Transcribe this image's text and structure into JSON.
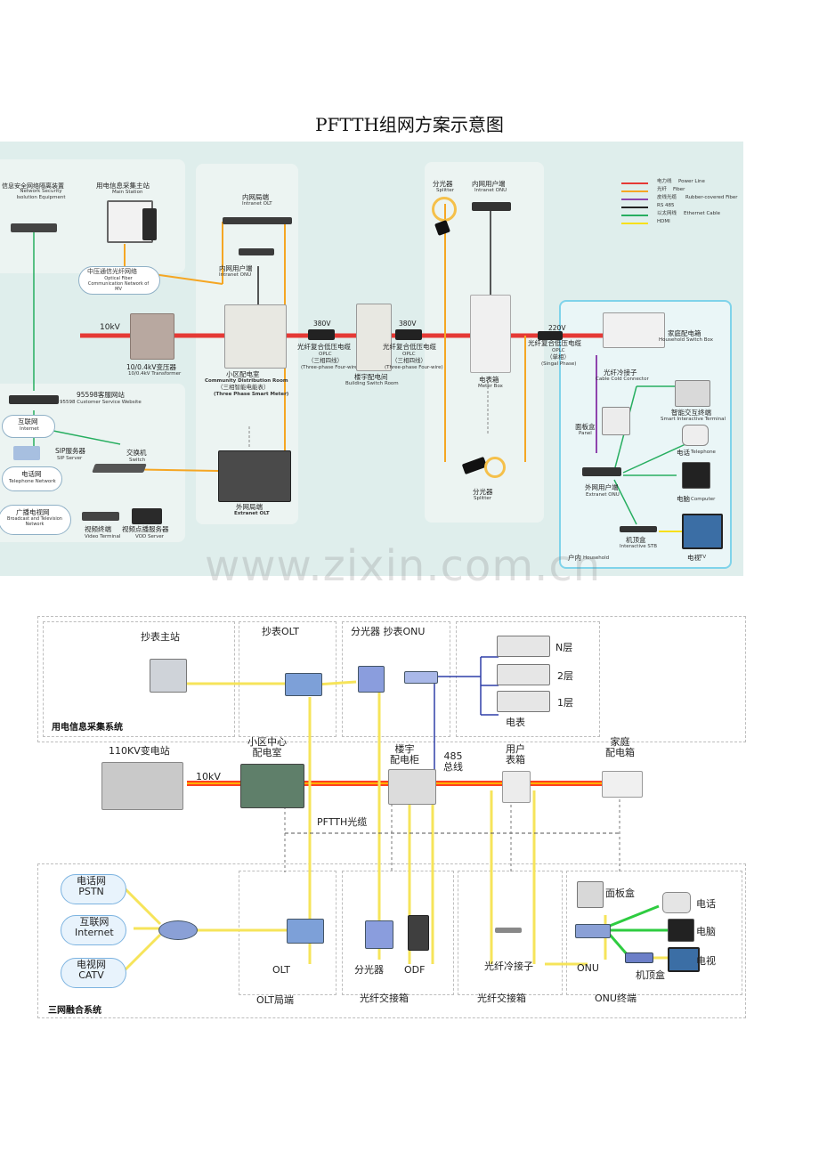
{
  "title": "PFTTH组网方案示意图",
  "watermark": "www.zixin.com.cn",
  "top": {
    "legend": [
      {
        "cn": "电力线",
        "en": "Power Line",
        "color": "#e53935"
      },
      {
        "cn": "光纤",
        "en": "Fiber",
        "color": "#f5a623"
      },
      {
        "cn": "皮线光缆",
        "en": "Rubber-covered Fiber",
        "color": "#8e44ad"
      },
      {
        "cn": "RS 485",
        "en": "",
        "color": "#222222"
      },
      {
        "cn": "以太网线",
        "en": "Ethernet Cable",
        "color": "#27ae60"
      },
      {
        "cn": "HDMI",
        "en": "",
        "color": "#f7e01a"
      }
    ],
    "nodes": {
      "isolation": {
        "cn": "信息安全网络隔离装置",
        "en": "Network Security Isolution Equipment"
      },
      "main_station": {
        "cn": "用电信息采集主站",
        "en": "Main Station"
      },
      "fiber_net": {
        "cn": "中压通信光纤网络",
        "en": "Optical Fiber Communication Network of MV"
      },
      "v10kv": "10kV",
      "transformer": {
        "cn": "10/0.4kV变压器",
        "en": "10/0.4kV Transformer"
      },
      "service_site": {
        "cn": "95598客服网站",
        "en": "95598 Customer Service Website"
      },
      "internet": {
        "cn": "互联网",
        "en": "Internet"
      },
      "sip": {
        "cn": "SIP服务器",
        "en": "SIP Server"
      },
      "switch": {
        "cn": "交换机",
        "en": "Switch"
      },
      "telephone_net": {
        "cn": "电话网",
        "en": "Telephone Network"
      },
      "broadcast": {
        "cn": "广播电视网",
        "en": "Broadcast and Television Network"
      },
      "video_terminal": {
        "cn": "视频终端",
        "en": "Video Terminal"
      },
      "vod": {
        "cn": "视频点播服务器",
        "en": "VOD Server"
      },
      "intranet_olt": {
        "cn": "内网局端",
        "en": "Intranet OLT"
      },
      "intranet_onu": {
        "cn": "内网用户端",
        "en": "Intranet ONU"
      },
      "dist_room": {
        "cn": "小区配电室",
        "en": "Community Distribution Room",
        "cn2": "（三相智能电能表）",
        "en2": "(Three Phase Smart Meter)"
      },
      "extranet_olt": {
        "cn": "外网局端",
        "en": "Extranet OLT"
      },
      "v380a": "380V",
      "oplc1": {
        "cn": "光纤复合低压电缆",
        "en": "OPLC",
        "cn2": "（三相四线）",
        "en2": "(Three-phase Four-wire)"
      },
      "building_room": {
        "cn": "楼宇配电间",
        "en": "Building Switch Room"
      },
      "v380b": "380V",
      "oplc2": {
        "cn": "光纤复合低压电缆",
        "en": "OPLC",
        "cn2": "（三相四线）",
        "en2": "(Three-phase Four-wire)"
      },
      "splitter_top": {
        "cn": "分光器",
        "en": "Splitter"
      },
      "intranet_onu2": {
        "cn": "内网用户端",
        "en": "Intranet ONU"
      },
      "meter_box": {
        "cn": "电表箱",
        "en": "Meter Box"
      },
      "splitter_bottom": {
        "cn": "分光器",
        "en": "Splitter"
      },
      "v220": "220V",
      "oplc3": {
        "cn": "光纤复合低压电缆",
        "en": "OPLC",
        "cn2": "（单相）",
        "en2": "(Singal Phase)"
      },
      "household_box": {
        "cn": "家庭配电箱",
        "en": "Household Switch Box"
      },
      "cold_connector": {
        "cn": "光纤冷接子",
        "en": "Cable Cold Connector"
      },
      "smart_terminal": {
        "cn": "智能交互终端",
        "en": "Smart Interactive Terminal"
      },
      "panel": {
        "cn": "面板盒",
        "en": "Panel"
      },
      "telephone": {
        "cn": "电话",
        "en": "Telephone"
      },
      "extranet_onu": {
        "cn": "外网用户端",
        "en": "Extranet ONU"
      },
      "computer": {
        "cn": "电脑",
        "en": "Computer"
      },
      "stb": {
        "cn": "机顶盒",
        "en": "Interactive STB"
      },
      "tv": {
        "cn": "电视",
        "en": "TV"
      },
      "household": {
        "cn": "户内",
        "en": "Household"
      }
    }
  },
  "bottom": {
    "meter_main": "抄表主站",
    "meter_olt": "抄表OLT",
    "splitter_onu": "分光器  抄表ONU",
    "floor_n": "N层",
    "floor_2": "2层",
    "floor_1": "1层",
    "meters": "电表",
    "collect_system": "用电信息采集系统",
    "substation": "110KV变电站",
    "v10kv": "10kV",
    "community_room": "小区中心\n配电室",
    "building_cabinet": "楼宇\n配电柜",
    "bus485": "485\n总线",
    "user_box": "用户\n表箱",
    "home_box": "家庭\n配电箱",
    "pftth": "PFTTH光缆",
    "pstn": "电话网\nPSTN",
    "internet": "互联网\nInternet",
    "catv": "电视网\nCATV",
    "olt": "OLT",
    "splitter": "分光器",
    "odf": "ODF",
    "cold": "光纤冷接子",
    "panel": "面板盒",
    "tel": "电话",
    "pc": "电脑",
    "tv": "电视",
    "onu": "ONU",
    "stb": "机顶盒",
    "fusion": "三网融合系统",
    "olt_end": "OLT局端",
    "fiber_box1": "光纤交接箱",
    "fiber_box2": "光纤交接箱",
    "onu_end": "ONU终端"
  }
}
